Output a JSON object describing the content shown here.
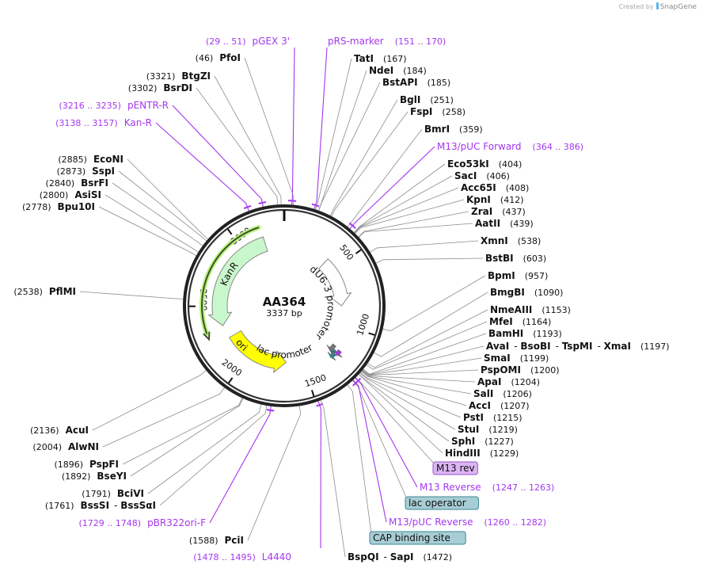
{
  "map": {
    "title": "AA364",
    "length": "3337 bp",
    "total_bp": 3337,
    "credit_prefix": "Created by",
    "credit_brand": "SnapGene",
    "tick_labels": [
      "500",
      "1000",
      "1500",
      "2000",
      "2500",
      "3000"
    ],
    "colors": {
      "primer": "#a536f0",
      "enzyme_line": "#8c8c8c",
      "kanr_fill": "#c9f7cc",
      "orf_glow": "#b9f27a",
      "ori_fill": "#ffff00",
      "promoter_fill": "#ffffff",
      "m13rev_box": "#dcb5f5",
      "teal_box": "#a8cdd4",
      "teal_mark": "#2e8a9a"
    }
  },
  "features": [
    {
      "name": "KanR",
      "direction": "reverse"
    },
    {
      "name": "dU6-3 promoter",
      "direction": "forward"
    },
    {
      "name": "ori",
      "direction": "reverse"
    },
    {
      "name": "lac promoter",
      "direction": "reverse"
    }
  ],
  "labels": [
    {
      "kind": "primer",
      "names": [
        "pGEX 3'"
      ],
      "pos": "29 .. 51"
    },
    {
      "kind": "enzyme",
      "names": [
        "PfoI"
      ],
      "pos": "46"
    },
    {
      "kind": "enzyme",
      "names": [
        "BtgZI"
      ],
      "pos": "3321"
    },
    {
      "kind": "enzyme",
      "names": [
        "BsrDI"
      ],
      "pos": "3302"
    },
    {
      "kind": "primer",
      "names": [
        "pENTR-R"
      ],
      "pos": "3216 .. 3235"
    },
    {
      "kind": "primer",
      "names": [
        "Kan-R"
      ],
      "pos": "3138 .. 3157"
    },
    {
      "kind": "enzyme",
      "names": [
        "EcoNI"
      ],
      "pos": "2885"
    },
    {
      "kind": "enzyme",
      "names": [
        "SspI"
      ],
      "pos": "2873"
    },
    {
      "kind": "enzyme",
      "names": [
        "BsrFI"
      ],
      "pos": "2840"
    },
    {
      "kind": "enzyme",
      "names": [
        "AsiSI"
      ],
      "pos": "2800"
    },
    {
      "kind": "enzyme",
      "names": [
        "Bpu10I"
      ],
      "pos": "2778"
    },
    {
      "kind": "enzyme",
      "names": [
        "PflMI"
      ],
      "pos": "2538"
    },
    {
      "kind": "enzyme",
      "names": [
        "AcuI"
      ],
      "pos": "2136"
    },
    {
      "kind": "enzyme",
      "names": [
        "AlwNI"
      ],
      "pos": "2004"
    },
    {
      "kind": "enzyme",
      "names": [
        "PspFI"
      ],
      "pos": "1896"
    },
    {
      "kind": "enzyme",
      "names": [
        "BseYI"
      ],
      "pos": "1892"
    },
    {
      "kind": "enzyme",
      "names": [
        "BciVI"
      ],
      "pos": "1791"
    },
    {
      "kind": "enzyme",
      "names": [
        "BssSI",
        "BssSαI"
      ],
      "pos": "1761"
    },
    {
      "kind": "primer",
      "names": [
        "pBR322ori-F"
      ],
      "pos": "1729 .. 1748"
    },
    {
      "kind": "enzyme",
      "names": [
        "PciI"
      ],
      "pos": "1588"
    },
    {
      "kind": "primer",
      "names": [
        "L4440"
      ],
      "pos": "1478 .. 1495"
    },
    {
      "kind": "primer",
      "names": [
        "pRS-marker"
      ],
      "pos": "151 .. 170"
    },
    {
      "kind": "enzyme",
      "names": [
        "TatI"
      ],
      "pos": "167"
    },
    {
      "kind": "enzyme",
      "names": [
        "NdeI"
      ],
      "pos": "184"
    },
    {
      "kind": "enzyme",
      "names": [
        "BstAPI"
      ],
      "pos": "185"
    },
    {
      "kind": "enzyme",
      "names": [
        "BglI"
      ],
      "pos": "251"
    },
    {
      "kind": "enzyme",
      "names": [
        "FspI"
      ],
      "pos": "258"
    },
    {
      "kind": "enzyme",
      "names": [
        "BmrI"
      ],
      "pos": "359"
    },
    {
      "kind": "primer",
      "names": [
        "M13/pUC Forward"
      ],
      "pos": "364 .. 386"
    },
    {
      "kind": "enzyme",
      "names": [
        "Eco53kI"
      ],
      "pos": "404"
    },
    {
      "kind": "enzyme",
      "names": [
        "SacI"
      ],
      "pos": "406"
    },
    {
      "kind": "enzyme",
      "names": [
        "Acc65I"
      ],
      "pos": "408"
    },
    {
      "kind": "enzyme",
      "names": [
        "KpnI"
      ],
      "pos": "412"
    },
    {
      "kind": "enzyme",
      "names": [
        "ZraI"
      ],
      "pos": "437"
    },
    {
      "kind": "enzyme",
      "names": [
        "AatII"
      ],
      "pos": "439"
    },
    {
      "kind": "enzyme",
      "names": [
        "XmnI"
      ],
      "pos": "538"
    },
    {
      "kind": "enzyme",
      "names": [
        "BstBI"
      ],
      "pos": "603"
    },
    {
      "kind": "enzyme",
      "names": [
        "BpmI"
      ],
      "pos": "957"
    },
    {
      "kind": "enzyme",
      "names": [
        "BmgBI"
      ],
      "pos": "1090"
    },
    {
      "kind": "enzyme",
      "names": [
        "NmeAIII"
      ],
      "pos": "1153"
    },
    {
      "kind": "enzyme",
      "names": [
        "MfeI"
      ],
      "pos": "1164"
    },
    {
      "kind": "enzyme",
      "names": [
        "BamHI"
      ],
      "pos": "1193"
    },
    {
      "kind": "enzyme",
      "names": [
        "AvaI",
        "BsoBI",
        "TspMI",
        "XmaI"
      ],
      "pos": "1197"
    },
    {
      "kind": "enzyme",
      "names": [
        "SmaI"
      ],
      "pos": "1199"
    },
    {
      "kind": "enzyme",
      "names": [
        "PspOMI"
      ],
      "pos": "1200"
    },
    {
      "kind": "enzyme",
      "names": [
        "ApaI"
      ],
      "pos": "1204"
    },
    {
      "kind": "enzyme",
      "names": [
        "SalI"
      ],
      "pos": "1206"
    },
    {
      "kind": "enzyme",
      "names": [
        "AccI"
      ],
      "pos": "1207"
    },
    {
      "kind": "enzyme",
      "names": [
        "PstI"
      ],
      "pos": "1215"
    },
    {
      "kind": "enzyme",
      "names": [
        "StuI"
      ],
      "pos": "1219"
    },
    {
      "kind": "enzyme",
      "names": [
        "SphI"
      ],
      "pos": "1227"
    },
    {
      "kind": "enzyme",
      "names": [
        "HindIII"
      ],
      "pos": "1229"
    },
    {
      "kind": "featurebox",
      "names": [
        "M13 rev"
      ],
      "box": "m13rev_box"
    },
    {
      "kind": "primer",
      "names": [
        "M13 Reverse"
      ],
      "pos": "1247 .. 1263"
    },
    {
      "kind": "featurebox",
      "names": [
        "lac operator"
      ],
      "box": "teal_box"
    },
    {
      "kind": "primer",
      "names": [
        "M13/pUC Reverse"
      ],
      "pos": "1260 .. 1282"
    },
    {
      "kind": "featurebox",
      "names": [
        "CAP binding site"
      ],
      "box": "teal_box"
    },
    {
      "kind": "enzyme",
      "names": [
        "BspQI",
        "SapI"
      ],
      "pos": "1472"
    }
  ]
}
